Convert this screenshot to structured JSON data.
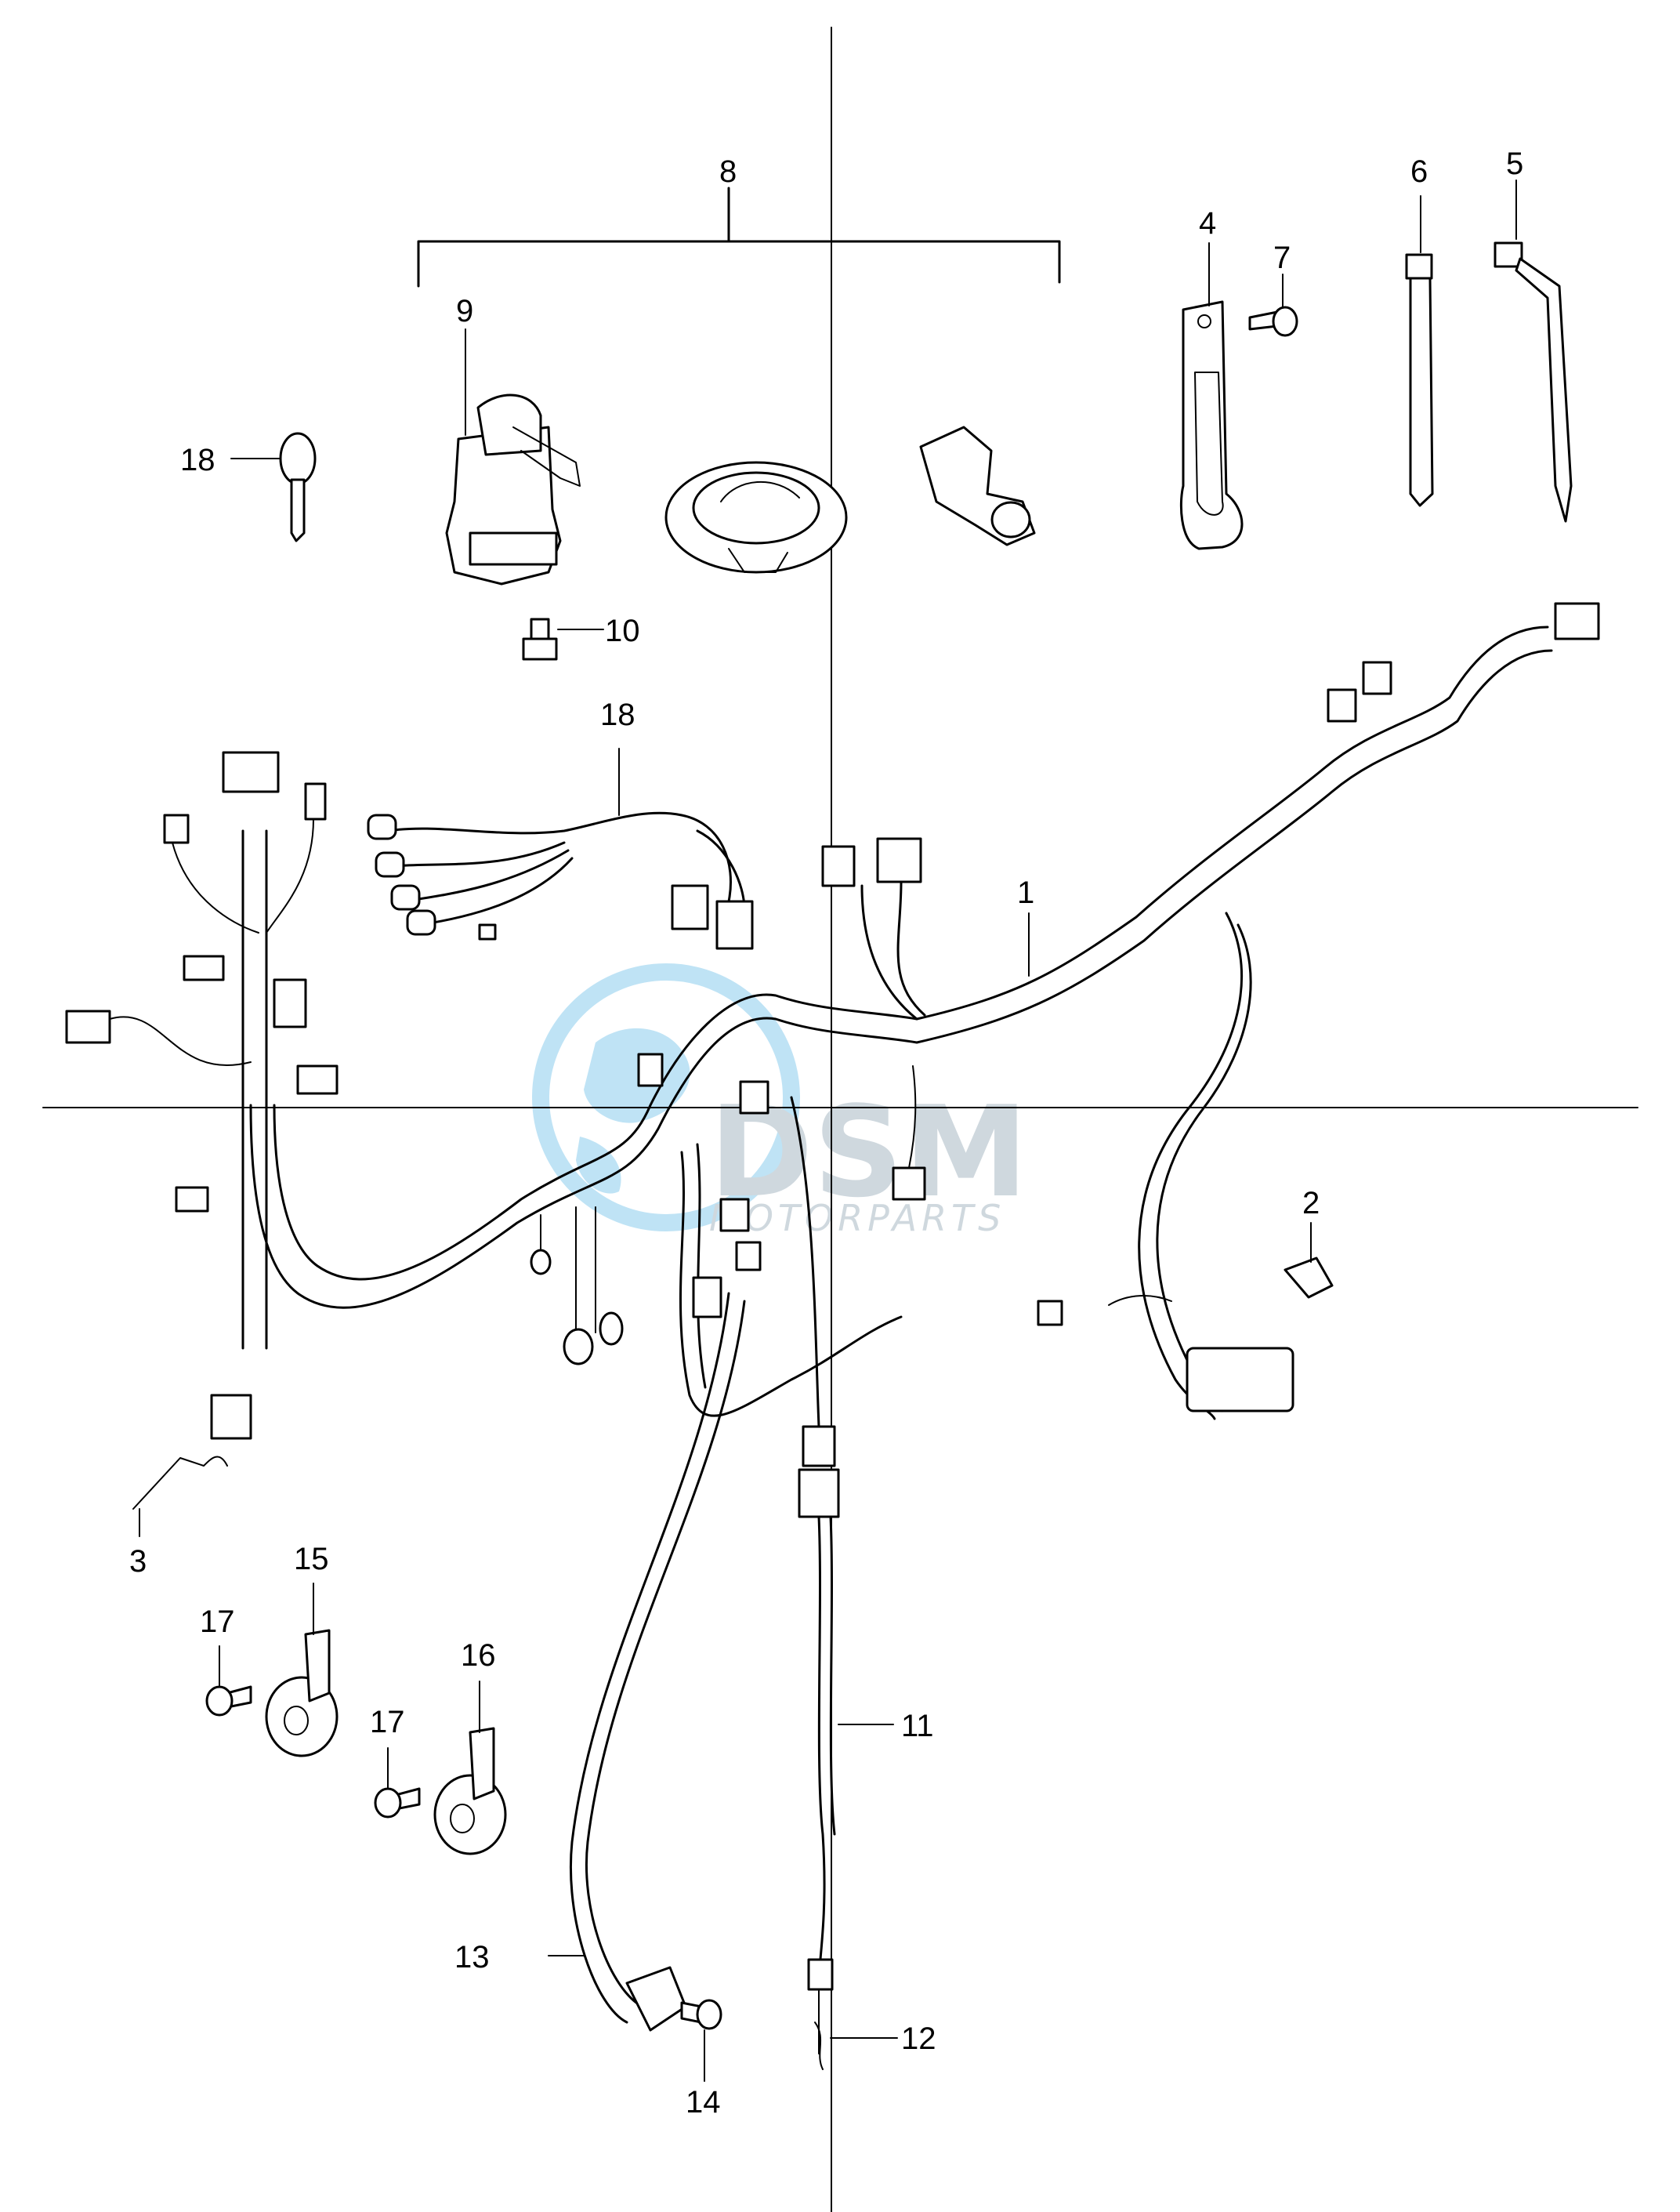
{
  "diagram": {
    "callouts": [
      "1",
      "2",
      "3",
      "4",
      "5",
      "6",
      "7",
      "8",
      "9",
      "10",
      "11",
      "12",
      "13",
      "14",
      "15",
      "16",
      "17",
      "17",
      "18",
      "18"
    ]
  },
  "watermark": {
    "letters": "DSM",
    "subtitle": "MOTORPARTS",
    "color": "#cfd8de",
    "globe_color": "#bfe3f5"
  },
  "icons": [
    "globe-icon"
  ]
}
